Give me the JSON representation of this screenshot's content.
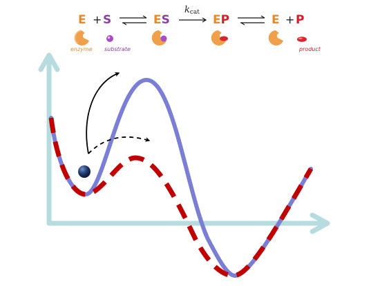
{
  "scheme": {
    "enzyme_symbol": "E",
    "substrate_symbol": "S",
    "complex_es": {
      "e": "E",
      "s": "S"
    },
    "complex_ep": {
      "e": "E",
      "p": "P"
    },
    "product_enzyme": "E",
    "product_symbol": "P",
    "plus": "+",
    "rate_constant": {
      "k": "k",
      "sub": "cat"
    },
    "captions": {
      "enzyme": "enzyme",
      "substrate": "substrate",
      "product": "product"
    }
  },
  "colors": {
    "enzyme": "#e8892b",
    "substrate": "#8b3fa3",
    "product": "#d0202a",
    "uncatalyzed_curve": "#7b7fd4",
    "catalyzed_curve": "#c00000",
    "axes": "#b7dcdf",
    "ball": "#1f3a6b"
  },
  "icons": [
    "enzyme-icon",
    "substrate-icon",
    "enzyme-substrate-complex-icon",
    "enzyme-product-complex-icon",
    "product-icon"
  ]
}
